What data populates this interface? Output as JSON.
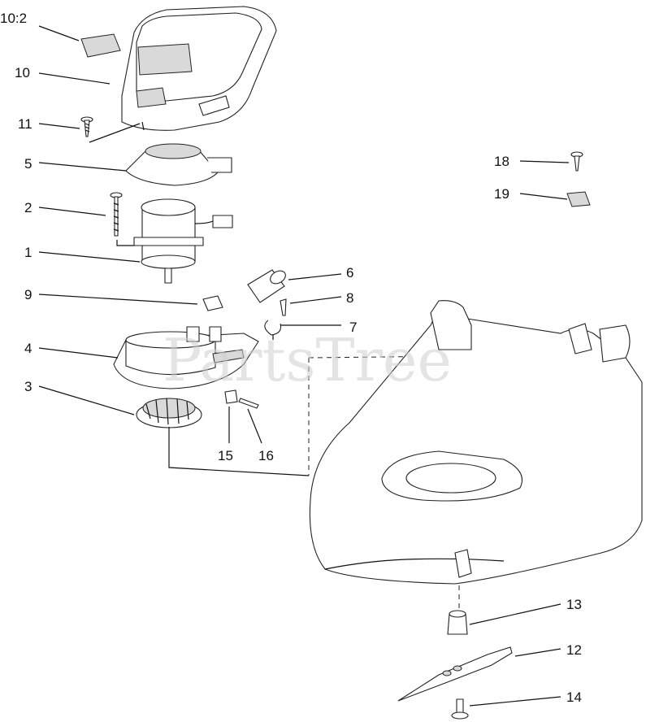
{
  "watermark": "PartsTree",
  "callouts": [
    {
      "id": "10-2",
      "label": "10:2"
    },
    {
      "id": "10",
      "label": "10"
    },
    {
      "id": "11",
      "label": "11"
    },
    {
      "id": "5",
      "label": "5"
    },
    {
      "id": "2",
      "label": "2"
    },
    {
      "id": "1",
      "label": "1"
    },
    {
      "id": "9",
      "label": "9"
    },
    {
      "id": "4",
      "label": "4"
    },
    {
      "id": "3",
      "label": "3"
    },
    {
      "id": "6",
      "label": "6"
    },
    {
      "id": "8",
      "label": "8"
    },
    {
      "id": "7",
      "label": "7"
    },
    {
      "id": "15",
      "label": "15"
    },
    {
      "id": "16",
      "label": "16"
    },
    {
      "id": "18",
      "label": "18"
    },
    {
      "id": "19",
      "label": "19"
    },
    {
      "id": "13",
      "label": "13"
    },
    {
      "id": "12",
      "label": "12"
    },
    {
      "id": "14",
      "label": "14"
    }
  ]
}
